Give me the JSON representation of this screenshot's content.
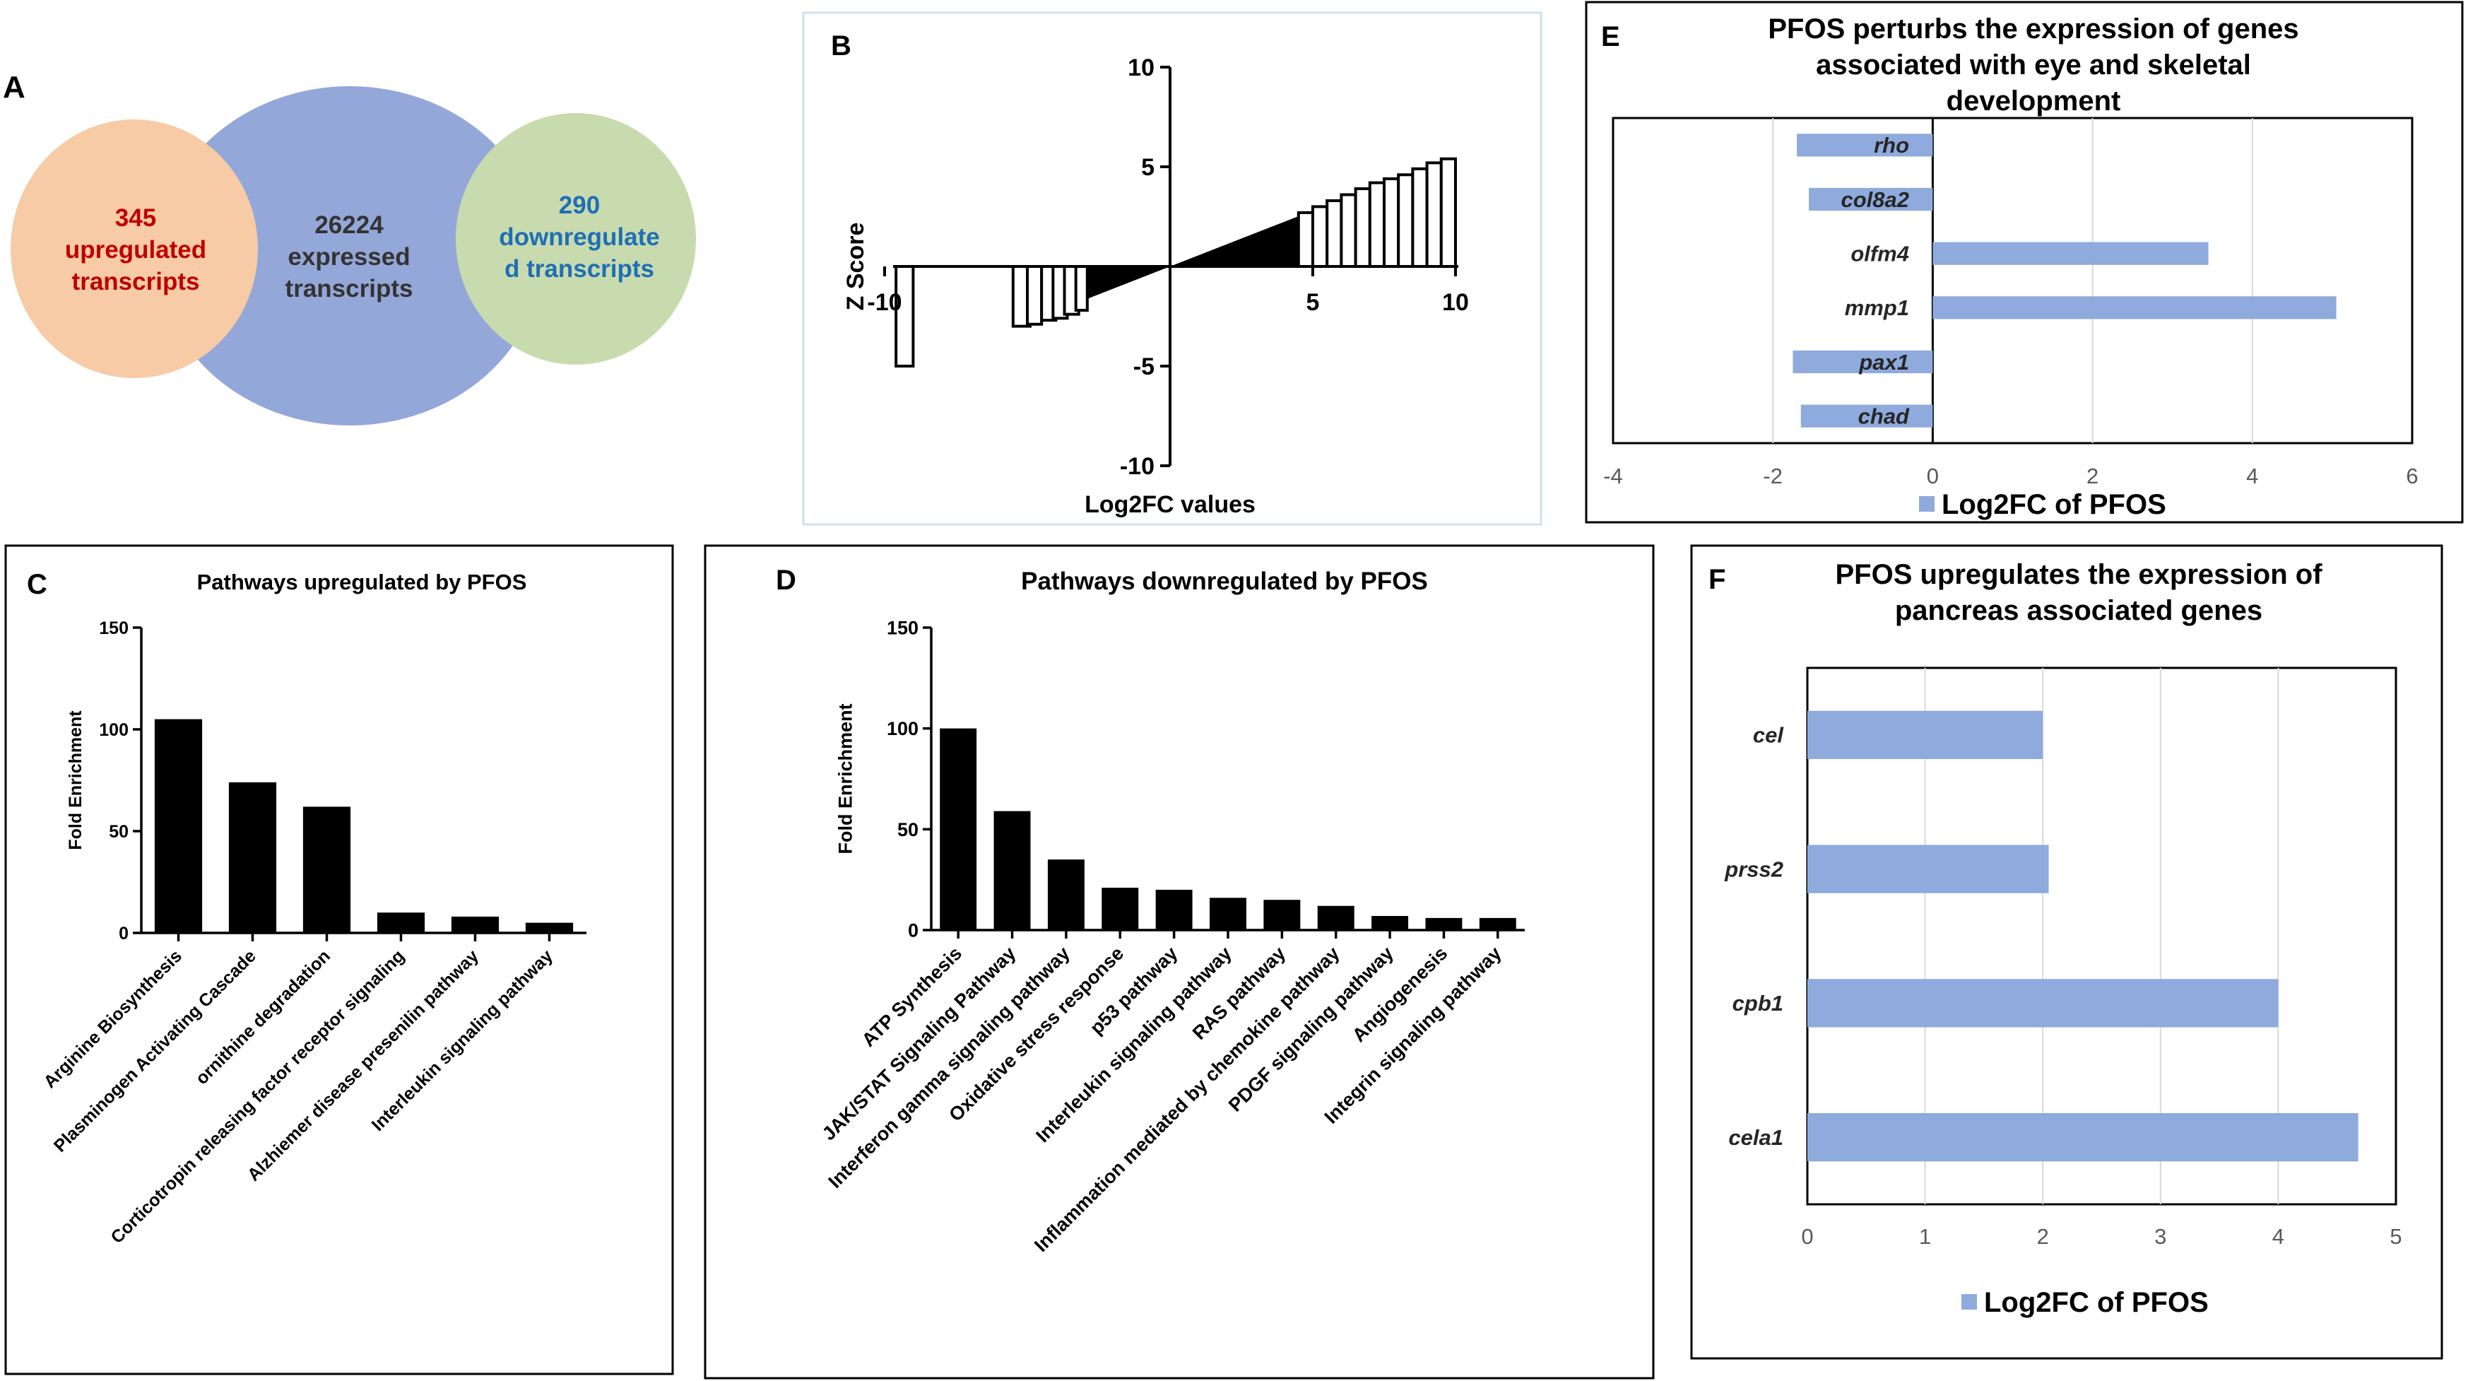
{
  "panels": {
    "A": {
      "letter": "A",
      "left": {
        "count": "345",
        "line1": "upregulated",
        "line2": "transcripts"
      },
      "middle": {
        "count": "26224",
        "line1": "expressed",
        "line2": "transcripts"
      },
      "right": {
        "count": "290",
        "line1": "downregulate",
        "line2": "d transcripts"
      },
      "colors": {
        "left": "#f6cba6",
        "middle": "#94a7d9",
        "right": "#c8dbae",
        "up_text": "#c00000",
        "down_text": "#1f6fb5",
        "mid_text": "#333333"
      }
    },
    "B": {
      "letter": "B"
    },
    "C": {
      "letter": "C"
    },
    "D": {
      "letter": "D"
    },
    "E": {
      "letter": "E"
    },
    "F": {
      "letter": "F"
    }
  },
  "chart_data": [
    {
      "panel": "B",
      "type": "bar",
      "xlabel": "Log2FC values",
      "ylabel": "Z Score",
      "xlim": [
        -10,
        10
      ],
      "ylim": [
        -10,
        10
      ],
      "xticks": [
        "-10",
        "5",
        "10"
      ],
      "xtick_values": [
        -10,
        5,
        10
      ],
      "yticks": [
        "10",
        "5",
        "-5",
        "-10"
      ],
      "ytick_values": [
        10,
        5,
        -5,
        -10
      ],
      "bars": [
        {
          "x0": -9.6,
          "x1": -9.0,
          "y": -5.0
        },
        {
          "x0": -5.5,
          "x1": -4.9,
          "y": -3.0
        },
        {
          "x0": -5.0,
          "x1": -4.5,
          "y": -2.9
        },
        {
          "x0": -4.5,
          "x1": -4.0,
          "y": -2.7
        },
        {
          "x0": -4.1,
          "x1": -3.6,
          "y": -2.6
        },
        {
          "x0": -3.7,
          "x1": -3.2,
          "y": -2.4
        },
        {
          "x0": -3.3,
          "x1": -2.9,
          "y": -2.2
        },
        {
          "x0": 4.5,
          "x1": 5.0,
          "y": 2.7
        },
        {
          "x0": 5.0,
          "x1": 5.5,
          "y": 3.0
        },
        {
          "x0": 5.5,
          "x1": 6.0,
          "y": 3.3
        },
        {
          "x0": 6.0,
          "x1": 6.5,
          "y": 3.6
        },
        {
          "x0": 6.5,
          "x1": 7.0,
          "y": 3.9
        },
        {
          "x0": 7.0,
          "x1": 7.5,
          "y": 4.2
        },
        {
          "x0": 7.5,
          "x1": 8.0,
          "y": 4.4
        },
        {
          "x0": 8.0,
          "x1": 8.5,
          "y": 4.6
        },
        {
          "x0": 8.5,
          "x1": 9.0,
          "y": 4.9
        },
        {
          "x0": 9.0,
          "x1": 9.5,
          "y": 5.2
        },
        {
          "x0": 9.5,
          "x1": 10.0,
          "y": 5.4
        }
      ],
      "dense_band": {
        "x_from": -4.3,
        "x_to": 4.8,
        "slope": 0.56
      }
    },
    {
      "panel": "C",
      "type": "bar",
      "title": "Pathways upregulated by PFOS",
      "ylabel": "Fold Enrichment",
      "ylim": [
        0,
        150
      ],
      "yticks": [
        0,
        50,
        100,
        150
      ],
      "categories": [
        "Arginine Biosynthesis",
        "Plasminogen Activating Cascade",
        "ornithine degradation",
        "Corticotropin releasing factor receptor signaling",
        "Alzhiemer disease presenilin pathway",
        "Interleukin signaling pathway"
      ],
      "values": [
        105,
        74,
        62,
        10,
        8,
        5
      ]
    },
    {
      "panel": "D",
      "type": "bar",
      "title": "Pathways downregulated by PFOS",
      "ylabel": "Fold Enrichment",
      "ylim": [
        0,
        150
      ],
      "yticks": [
        0,
        50,
        100,
        150
      ],
      "categories": [
        "ATP Synthesis",
        "JAK/STAT Signaling Pathway",
        "Interferon gamma signaling pathway",
        "Oxidative stress response",
        "p53 pathway",
        "Interleukin signaling pathway",
        "RAS pathway",
        "Inflammation mediated by chemokine pathway",
        "PDGF signaling pathway",
        "Angiogenesis",
        "Integrin signaling pathway"
      ],
      "values": [
        100,
        59,
        35,
        21,
        20,
        16,
        15,
        12,
        7,
        6,
        6
      ]
    },
    {
      "panel": "E",
      "type": "bar",
      "orientation": "horizontal",
      "title_lines": [
        "PFOS  perturbs the expression of genes",
        "associated with eye and skeletal",
        "development"
      ],
      "categories": [
        "rho",
        "col8a2",
        "olfm4",
        "mmp1",
        "pax1",
        "chad"
      ],
      "values": [
        -1.7,
        -1.55,
        3.45,
        5.05,
        -1.75,
        -1.65
      ],
      "xlim": [
        -4,
        6
      ],
      "xticks": [
        -4,
        -2,
        0,
        2,
        4,
        6
      ],
      "legend": "Log2FC of PFOS",
      "legend_position": "bottom-center",
      "bar_color": "#8faadc"
    },
    {
      "panel": "F",
      "type": "bar",
      "orientation": "horizontal",
      "title_lines": [
        "PFOS  upregulates the expression of",
        "pancreas associated genes"
      ],
      "categories": [
        "cel",
        "prss2",
        "cpb1",
        "cela1"
      ],
      "values": [
        2.0,
        2.05,
        4.0,
        4.68
      ],
      "xlim": [
        0,
        5
      ],
      "xticks": [
        0,
        1,
        2,
        3,
        4,
        5
      ],
      "legend": "Log2FC of PFOS",
      "legend_position": "bottom-center",
      "bar_color": "#8faadc"
    }
  ]
}
